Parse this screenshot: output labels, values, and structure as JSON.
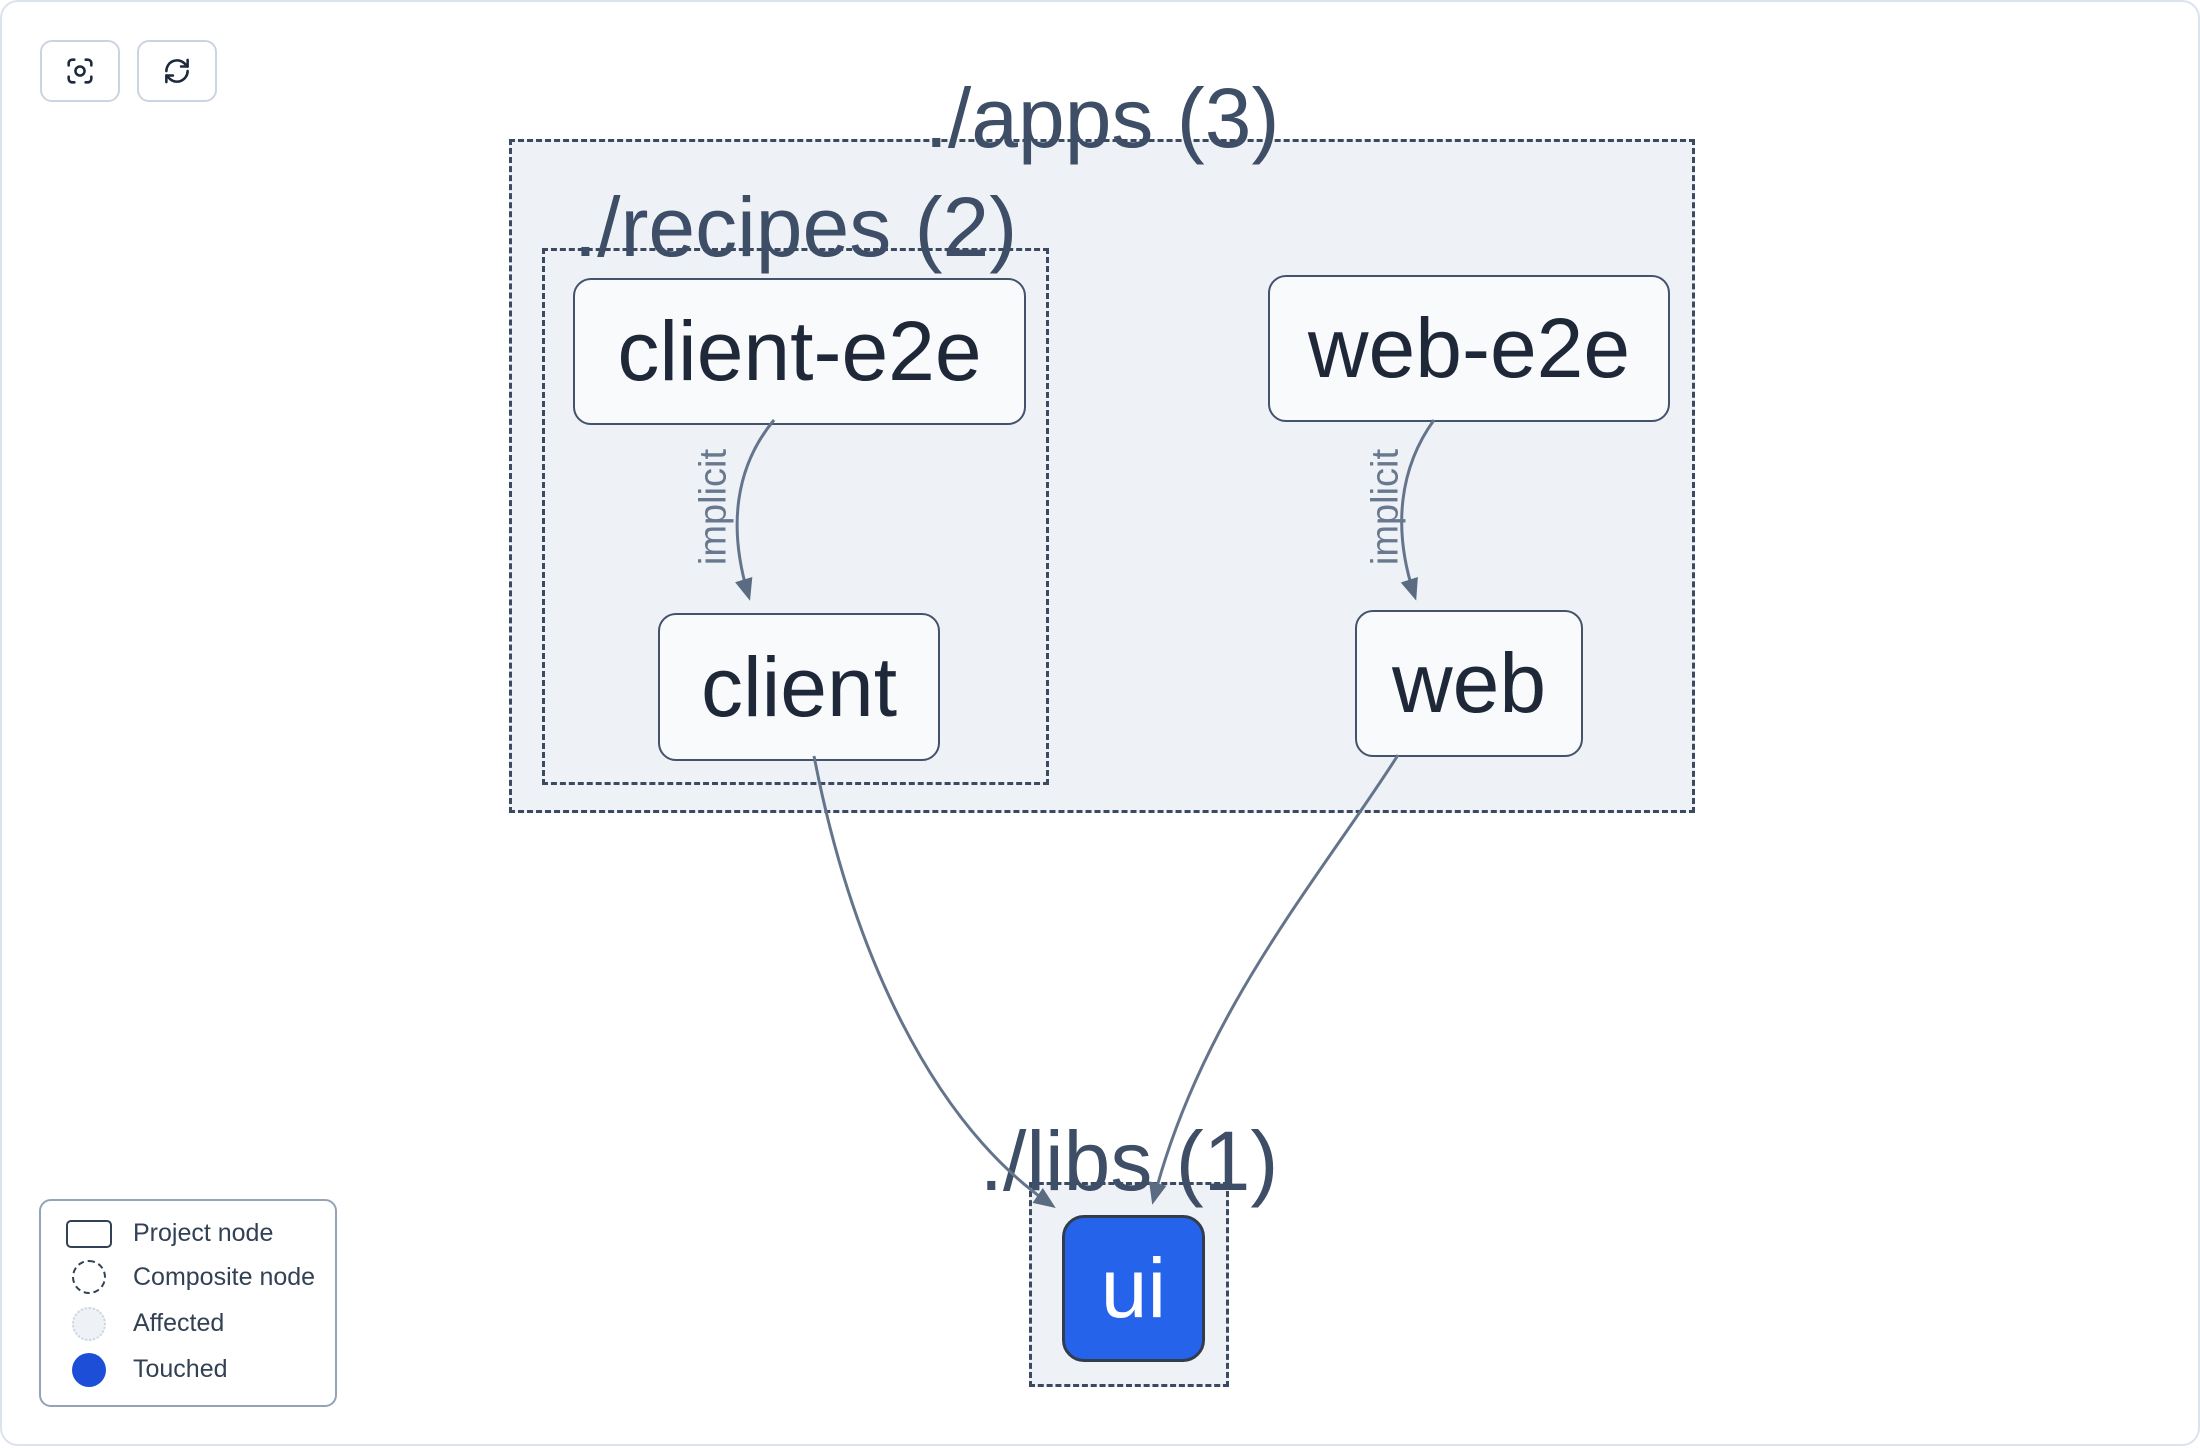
{
  "toolbar": {
    "buttons": [
      {
        "name": "focus",
        "icon": "focus-icon"
      },
      {
        "name": "refresh",
        "icon": "refresh-icon"
      }
    ]
  },
  "graph": {
    "groups": [
      {
        "id": "apps",
        "label": "./apps (3)"
      },
      {
        "id": "recipes",
        "label": "./recipes (2)"
      },
      {
        "id": "libs",
        "label": "./libs (1)"
      }
    ],
    "nodes": [
      {
        "id": "client-e2e",
        "label": "client-e2e",
        "state": "normal"
      },
      {
        "id": "client",
        "label": "client",
        "state": "normal"
      },
      {
        "id": "web-e2e",
        "label": "web-e2e",
        "state": "normal"
      },
      {
        "id": "web",
        "label": "web",
        "state": "normal"
      },
      {
        "id": "ui",
        "label": "ui",
        "state": "touched"
      }
    ],
    "edges": [
      {
        "from": "client-e2e",
        "to": "client",
        "label": "implicit"
      },
      {
        "from": "web-e2e",
        "to": "web",
        "label": "implicit"
      },
      {
        "from": "client",
        "to": "ui",
        "label": ""
      },
      {
        "from": "web",
        "to": "ui",
        "label": ""
      }
    ]
  },
  "legend": {
    "items": [
      {
        "swatch": "project-node",
        "label": "Project node"
      },
      {
        "swatch": "composite-node",
        "label": "Composite node"
      },
      {
        "swatch": "affected",
        "label": "Affected"
      },
      {
        "swatch": "touched",
        "label": "Touched"
      }
    ]
  },
  "colors": {
    "touched_blue": "#1d4ed8",
    "touched_node_fill": "#2563eb",
    "group_fill": "#eef2f7",
    "node_fill": "#f8fafc",
    "edge_stroke": "#64748b",
    "dashed_border": "#3b4a60",
    "text_dark": "#1e2838"
  }
}
